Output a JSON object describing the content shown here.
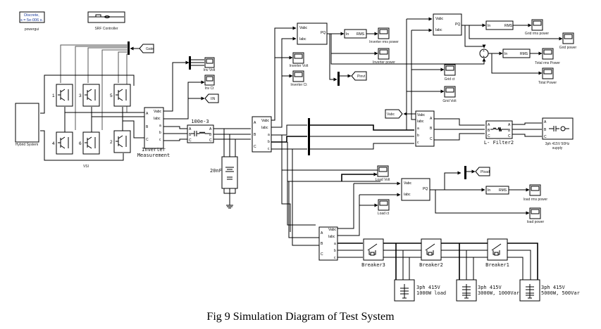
{
  "caption": "Fig 9 Simulation Diagram of Test System",
  "powergui": {
    "line1": "Discrete,",
    "line2": "s = 5e-006 s.",
    "label": "powergui"
  },
  "spf_controller": {
    "label": "SRF Controller"
  },
  "gate_tag": "Gate",
  "hybrid_system": {
    "label": "Hybrid System"
  },
  "vsi": {
    "label": "VSI",
    "switches": [
      "1",
      "3",
      "5",
      "4",
      "6",
      "2"
    ]
  },
  "inverter_meas": {
    "label1": "Inverter",
    "label2": "Measurement",
    "ports_in": [
      "A",
      "B",
      "C"
    ],
    "ports_out": [
      "Vabc",
      "Iabc",
      "a",
      "b",
      "c"
    ]
  },
  "rl_branch": {
    "label": "100e-3",
    "ports": [
      "A",
      "B",
      "C"
    ]
  },
  "capacitor": {
    "label": "20nF"
  },
  "scopes": {
    "inv_volt": "Inv Volt",
    "inv_ct": "Inv Ct",
    "inverter_volt": "Inverter Volt",
    "inverter_ct": "Inverter Ct",
    "inverter_rms_power": "Inverter rms power",
    "inverter_power": "Inverter power",
    "grid_rms_power": "Grid rms power",
    "grid_power": "Grid power",
    "total_rms_power": "Total rms Power",
    "total_power": "Total Power",
    "grid_ct": "Grid ct",
    "grid_volt": "Grid Volt",
    "load_volt": "Load Volt",
    "load_ct": "Load ct",
    "load_rms_power": "load rms power",
    "load_power": "load power"
  },
  "tags": {
    "iinv": "IIN",
    "pinv": "Pinvt",
    "pload": "Pload",
    "vabc": "Vabc"
  },
  "pq_block": {
    "in1": "Vabc",
    "in2": "Iabc",
    "out": "PQ"
  },
  "rms_block": {
    "in": "In",
    "out": "RMS"
  },
  "meas": {
    "vabc": "Vabc",
    "iabc": "Iabc",
    "a": "a",
    "b": "b",
    "c": "c",
    "A": "A",
    "B": "B",
    "C": "C"
  },
  "l_filter2": {
    "label": "L- Filter2"
  },
  "supply": {
    "label1": "3ph 415V 50Hz",
    "label2": "supply"
  },
  "breakers": [
    "Breaker3",
    "Breaker2",
    "Breaker1"
  ],
  "loads": [
    {
      "line1": "3ph 415V",
      "line2": "1000W load"
    },
    {
      "line1": "3ph 415V",
      "line2": "3000W, 1000Var"
    },
    {
      "line1": "3ph 415V",
      "line2": "5000W, 500Var"
    }
  ]
}
